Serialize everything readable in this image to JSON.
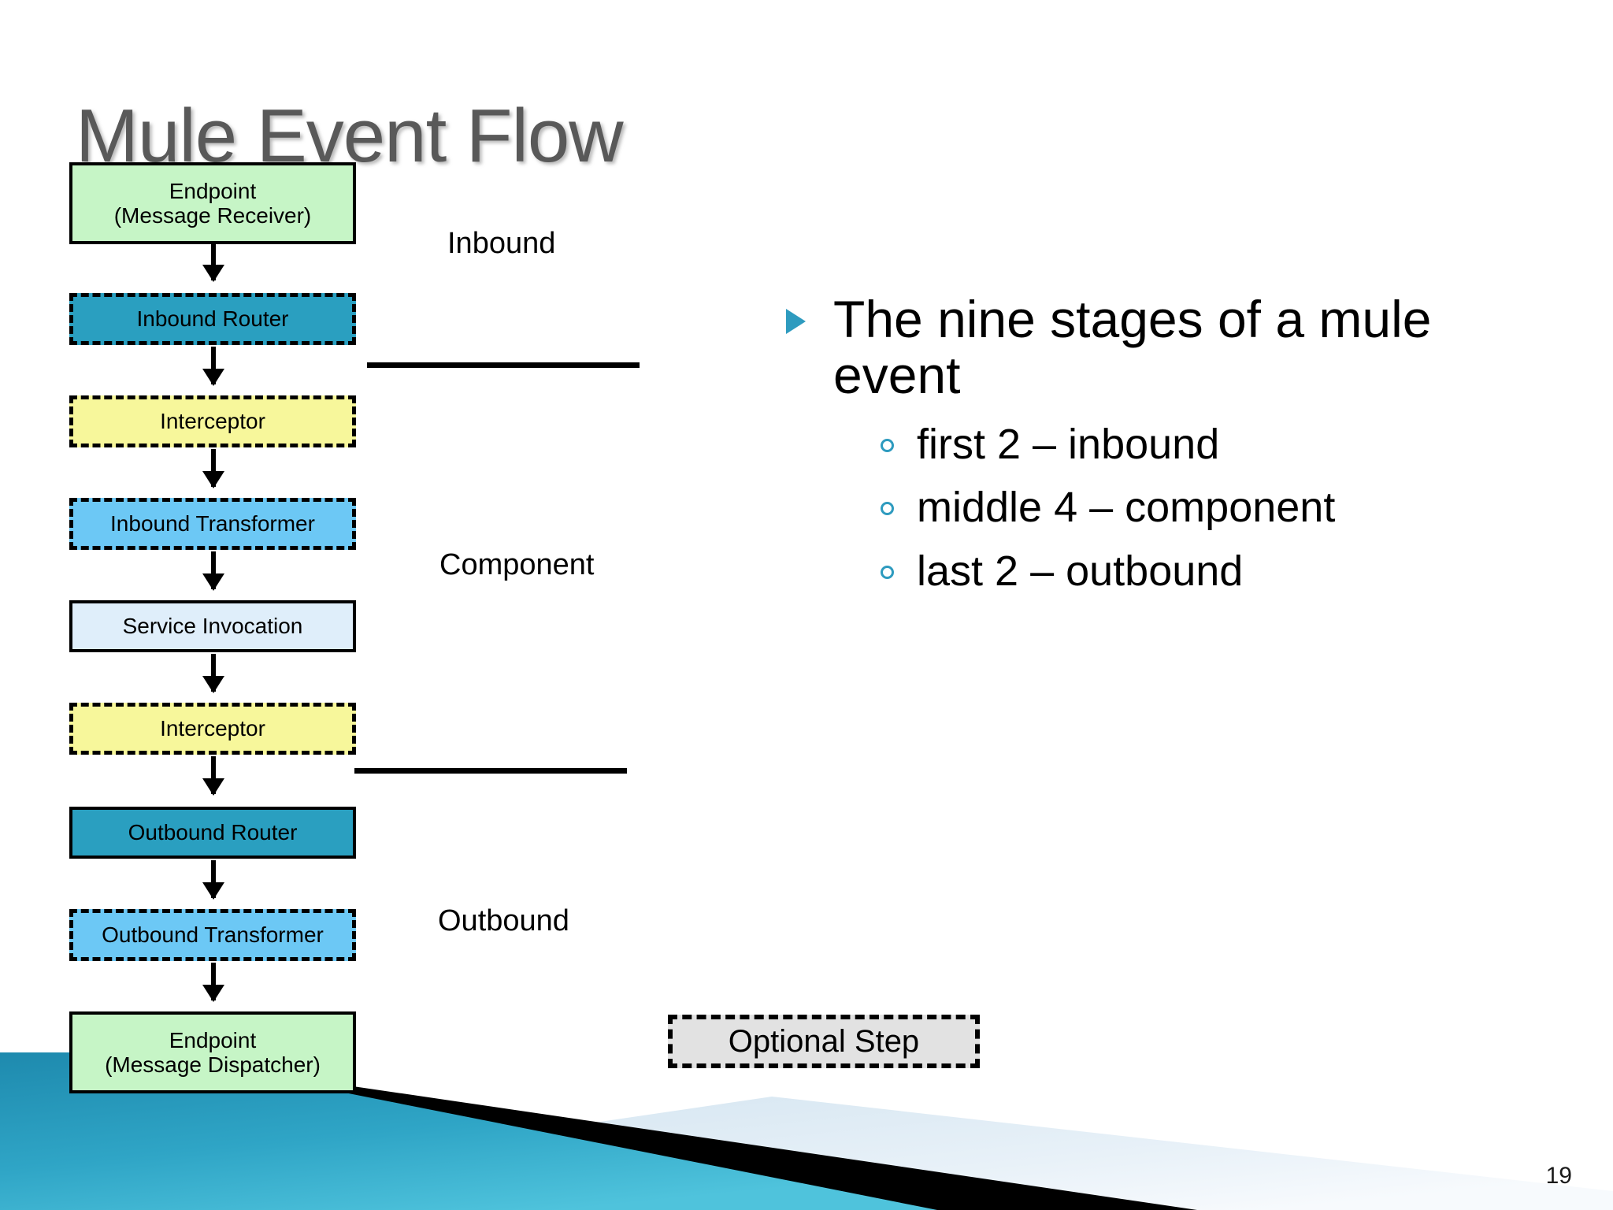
{
  "slide": {
    "title": "Mule Event Flow",
    "page_number": "19"
  },
  "flow": {
    "nodes": [
      {
        "label_line1": "Endpoint",
        "label_line2": "(Message Receiver)",
        "fill": "#C6F5C6",
        "border": "solid",
        "optional": false
      },
      {
        "label_line1": "Inbound Router",
        "label_line2": "",
        "fill": "#2A9FC0",
        "border": "dashed",
        "optional": true
      },
      {
        "label_line1": "Interceptor",
        "label_line2": "",
        "fill": "#F7F79B",
        "border": "dashed",
        "optional": true
      },
      {
        "label_line1": "Inbound Transformer",
        "label_line2": "",
        "fill": "#6CC8F5",
        "border": "dashed",
        "optional": true
      },
      {
        "label_line1": "Service Invocation",
        "label_line2": "",
        "fill": "#DFEEFA",
        "border": "solid",
        "optional": false
      },
      {
        "label_line1": "Interceptor",
        "label_line2": "",
        "fill": "#F7F79B",
        "border": "dashed",
        "optional": true
      },
      {
        "label_line1": "Outbound Router",
        "label_line2": "",
        "fill": "#2A9FC0",
        "border": "solid",
        "optional": false
      },
      {
        "label_line1": "Outbound Transformer",
        "label_line2": "",
        "fill": "#6CC8F5",
        "border": "dashed",
        "optional": true
      },
      {
        "label_line1": "Endpoint",
        "label_line2": "(Message Dispatcher)",
        "fill": "#C6F5C6",
        "border": "solid",
        "optional": false
      }
    ],
    "section_labels": [
      {
        "text": "Inbound"
      },
      {
        "text": "Component"
      },
      {
        "text": "Outbound"
      }
    ]
  },
  "bullets": {
    "main": "The nine stages of a mule event",
    "sub": [
      "first 2 – inbound",
      "middle 4 – component",
      "last 2 – outbound"
    ]
  },
  "legend": {
    "optional_step": "Optional Step"
  },
  "colors": {
    "accent_teal": "#2E9BBF",
    "title_gray": "#595959",
    "deco_blue": "#2591B4",
    "deco_pale": "#DCE9F2",
    "deco_black": "#000000",
    "legend_gray": "#E2E2E2"
  }
}
